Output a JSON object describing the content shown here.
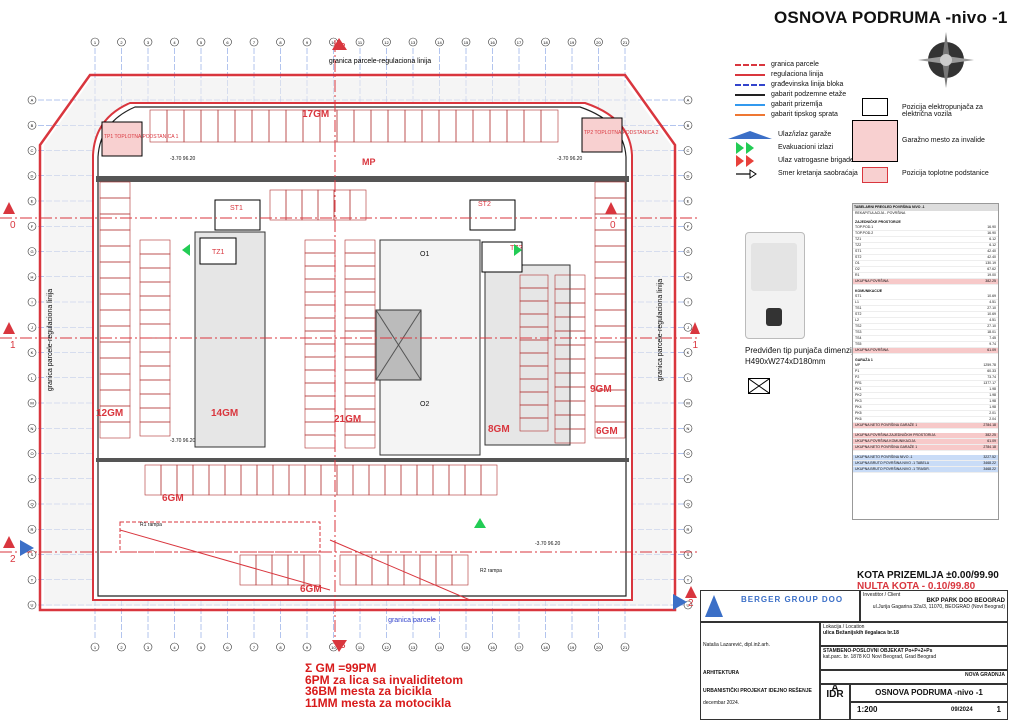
{
  "title": "OSNOVA PODRUMA -nivo -1",
  "legend_lines": [
    {
      "label": "granica parcele",
      "color": "#d9363e",
      "style": "dashed"
    },
    {
      "label": "regulaciona linija",
      "color": "#d9363e",
      "style": "solid"
    },
    {
      "label": "građevinska linija bloka",
      "color": "#3344cc",
      "style": "dashed"
    },
    {
      "label": "gabarit podzemne etaže",
      "color": "#222222",
      "style": "solid"
    },
    {
      "label": "gabarit prizemlja",
      "color": "#3399ee",
      "style": "solid"
    },
    {
      "label": "gabarit tipskog sprata",
      "color": "#ee7733",
      "style": "solid"
    }
  ],
  "legend_symbols": [
    {
      "label": "Ulaz/izlaz garaže"
    },
    {
      "label": "Evakuacioni izlazi"
    },
    {
      "label": "Ulaz vatrogasne brigade"
    },
    {
      "label": "Smer kretanja saobraćaja"
    }
  ],
  "legend_right": [
    {
      "label": "Pozicija elektropunjača za električna vozila"
    },
    {
      "label": "Garažno mesto za invalide"
    },
    {
      "label": "Pozicija toplotne podstanice"
    }
  ],
  "plan_labels": {
    "top_boundary": "granica parcele-regulaciona linija",
    "bottom_boundary": "granica parcele",
    "left_boundary": "granica parcele-regulaciona linija",
    "right_boundary": "granica parcele-regulaciona linija",
    "mp": "MP",
    "gm17": "17GM",
    "gm12": "12GM",
    "gm14": "14GM",
    "gm21": "21GM",
    "gm8": "8GM",
    "gm9": "9GM",
    "gm6a": "6GM",
    "gm6b": "6GM",
    "gm6c": "6GM",
    "tp_left": "TP1 TOPLOTNA PODSTANICA 1",
    "tp_right": "TP2 TOPLOTNA PODSTANICA 2",
    "o1": "O1",
    "o2": "O2",
    "tz1": "TZ1",
    "tz2": "TZ2",
    "st1": "ST1",
    "st2": "ST2",
    "level_a": "-3.70 96.20",
    "level_b": "-3.70 96.20",
    "level_c": "-3.70 96.20",
    "level_d": "-3.70 96.20",
    "ramp": "R1 rampa",
    "ramp2": "R2 rampa",
    "section_3": "3",
    "section_0": "0",
    "section_1": "1",
    "section_2": "2"
  },
  "grid_cols": [
    "1",
    "2",
    "3",
    "4",
    "5",
    "6",
    "7",
    "8",
    "9",
    "10",
    "11",
    "12",
    "13",
    "14",
    "15",
    "16",
    "17",
    "18",
    "19",
    "20",
    "21"
  ],
  "grid_rows": [
    "A",
    "B",
    "C",
    "D",
    "E",
    "F",
    "G",
    "H",
    "I",
    "J",
    "K",
    "L",
    "M",
    "N",
    "O",
    "P",
    "Q",
    "R",
    "S",
    "T",
    "U"
  ],
  "charger": {
    "caption": "Predviđen tip punjača dimenzije",
    "dims": "H490xW274xD180mm"
  },
  "kota_prizemlja": "KOTA PRIZEMLJA  ±0.00/99.90",
  "nulta_kota": "NULTA KOTA - 0.10/99.80",
  "summary": [
    "Σ GM =99PM",
    "6PM za lica sa invaliditetom",
    "36BM mesta za bicikla",
    "11MM mesta za motocikla"
  ],
  "title_block": {
    "company": "BERGER GROUP DOO",
    "investor_label": "Investitor / Client",
    "investor": "BKP PARK DOO BEOGRAD",
    "investor_addr": "ul.Jurija Gagarina 32a/3, 11070, BEOGRAD (Novi Beograd)",
    "location_label": "Lokacija / Location",
    "location": "ulica Bežanijskih ilegalaca br.18",
    "object": "STAMBENO-POSLOVNI OBJEKAT Po+P+2+Ps",
    "kat": "kat.parc. br. 1878 KO Novi Beograd, Grad Beograd",
    "works": "NOVA GRADNJA",
    "part": "ARHITEKTURA",
    "doc_type": "URBANISTIČKI PROJEKAT IDEJNO REŠENJE",
    "phase": "A",
    "tech": "IDR",
    "drawing": "OSNOVA PODRUMA -nivo -1",
    "scale": "1:200",
    "date": "decembar 2024.",
    "number": "09/2024",
    "sheet": "1",
    "author": "Nataša Lazarević, dipl.inž.arh."
  },
  "table": {
    "header": "TABELARNI PREGLED POVRŠINA  NIVO -1",
    "sub": "REKAPITULACIJA - POVRŠINA",
    "sec1": "ZAJEDNIČKE PROSTORIJE",
    "sec1_rows": [
      [
        "TOP.POD.1",
        "16.90"
      ],
      [
        "TOP.POD.2",
        "16.90"
      ],
      [
        "TZ1",
        "6.12"
      ],
      [
        "TZ2",
        "6.12"
      ],
      [
        "ST1",
        "42.40"
      ],
      [
        "ST2",
        "42.40"
      ],
      [
        "O1",
        "130.19"
      ],
      [
        "O2",
        "67.62"
      ],
      [
        "R1",
        "19.00"
      ]
    ],
    "sec1_total": [
      "UKUPNA POVRŠINA",
      "382.25"
    ],
    "sec2": "KOMUNIKACIJE",
    "sec2_rows": [
      [
        "ST1",
        "10.69"
      ],
      [
        "L1",
        "4.51"
      ],
      [
        "TS1",
        "27.10"
      ],
      [
        "ST2",
        "10.69"
      ],
      [
        "L2",
        "4.51"
      ],
      [
        "TS2",
        "27.10"
      ],
      [
        "TS3",
        "18.01"
      ],
      [
        "TS4",
        "7.45"
      ],
      [
        "TS5",
        "9.74"
      ]
    ],
    "sec2_total": [
      "UKUPNA POVRŠINA",
      "61.09"
    ],
    "sec3": "GARAŽA 1",
    "sec3_rows": [
      [
        "MP",
        "1259.78"
      ],
      [
        "P1",
        "60.33"
      ],
      [
        "P2",
        "73.74"
      ],
      [
        "PR1",
        "1377.17"
      ],
      [
        "PK1",
        "1.98"
      ],
      [
        "PK2",
        "1.98"
      ],
      [
        "PK3",
        "1.98"
      ],
      [
        "PK4",
        "1.98"
      ],
      [
        "PK5",
        "2.01"
      ],
      [
        "PK6",
        "2.04"
      ]
    ],
    "sec3_total": [
      "UKUPNA NETO POVRŠINA GARAŽE 1",
      "2784.18"
    ],
    "sec4_rows": [
      [
        "UKUPNA POVRŠINA ZAJEDNIČKIH PROSTORIJA",
        "382.25"
      ],
      [
        "UKUPNA POVRŠINA KOMUNIKACIJA",
        "61.09"
      ],
      [
        "UKUPNA NETO POVRŠINA GARAŽE 1",
        "2784.18"
      ]
    ],
    "sec5_rows": [
      [
        "UKUPNA NETO POVRŠINA NIVO -1",
        "3227.52"
      ],
      [
        "UKUPNA BRUTO POVRŠINA NIVO -1 TABELA",
        "3468.22"
      ],
      [
        "UKUPNA BRUTO POVRŠINA NIVO -1 TRASIR.",
        "3468.22"
      ]
    ]
  }
}
